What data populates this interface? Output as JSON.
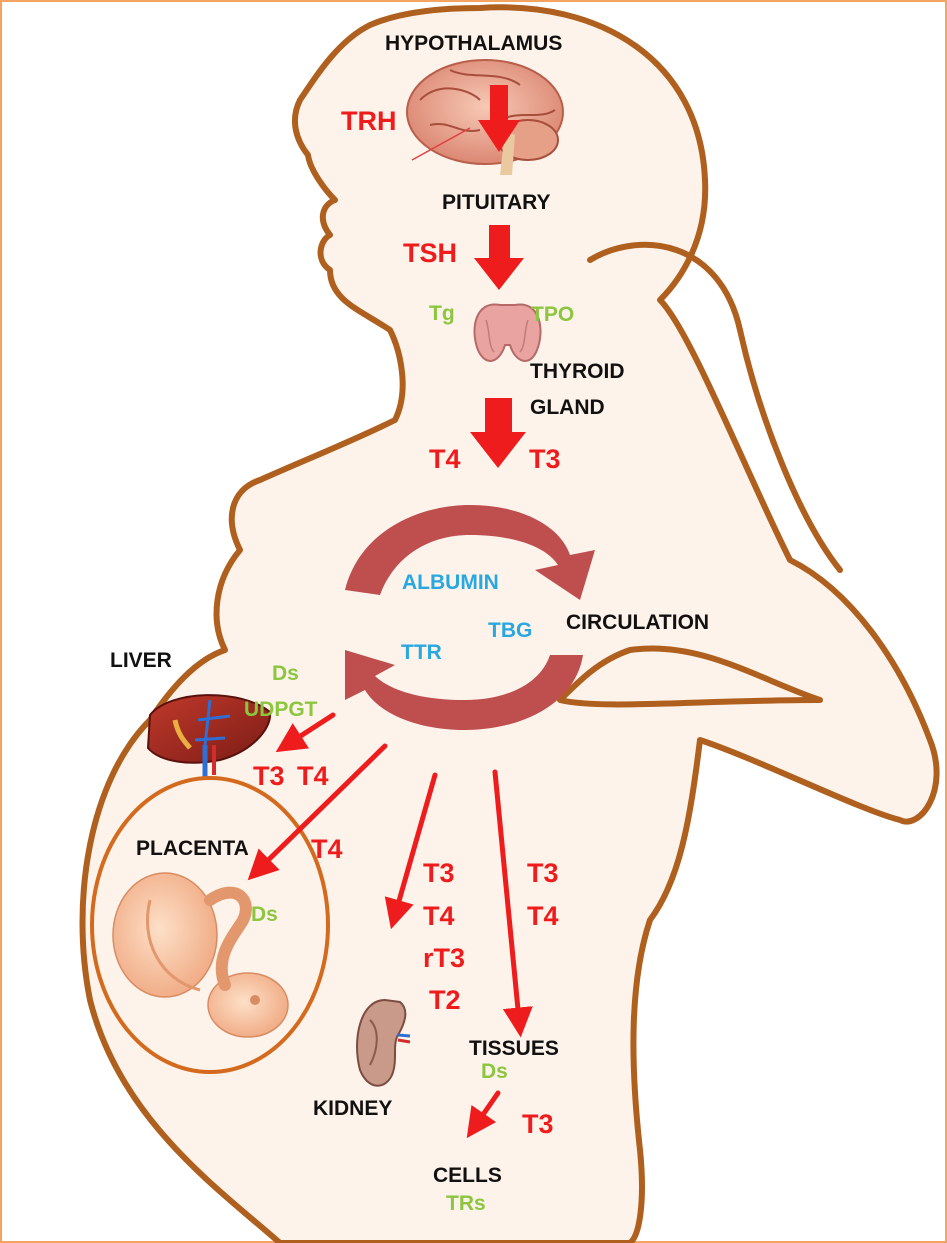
{
  "colors": {
    "frame": "#f4a460",
    "body_fill": "#fdf3ea",
    "body_outline": "#b0601e",
    "hormone_arrow": "#ee1c1c",
    "circulation_arrow": "#bf4e4e",
    "organ_label": "#111111",
    "hormone_label": "#ee1c1c",
    "enzyme_label": "#8cc63f",
    "protein_label": "#29a8e0"
  },
  "organs": {
    "hypothalamus": "HYPOTHALAMUS",
    "pituitary": "PITUITARY",
    "thyroid_line1": "THYROID",
    "thyroid_line2": "GLAND",
    "circulation": "CIRCULATION",
    "liver": "LIVER",
    "placenta": "PLACENTA",
    "kidney": "KIDNEY",
    "tissues": "TISSUES",
    "cells": "CELLS"
  },
  "hormones": {
    "trh": "TRH",
    "tsh": "TSH",
    "thyroid_t4": "T4",
    "thyroid_t3": "T3",
    "liver_t3": "T3",
    "liver_t4": "T4",
    "placenta_t4": "T4",
    "kidney_t3": "T3",
    "kidney_t4": "T4",
    "kidney_rt3": "rT3",
    "kidney_t2": "T2",
    "tissues_t3": "T3",
    "tissues_t4": "T4",
    "cells_t3": "T3"
  },
  "enzymes": {
    "tg": "Tg",
    "tpo": "TPO",
    "liver_ds": "Ds",
    "liver_udpgt": "UDPGT",
    "placenta_ds": "Ds",
    "tissues_ds": "Ds",
    "cells_trs": "TRs"
  },
  "binding_proteins": {
    "albumin": "ALBUMIN",
    "tbg": "TBG",
    "ttr": "TTR"
  }
}
